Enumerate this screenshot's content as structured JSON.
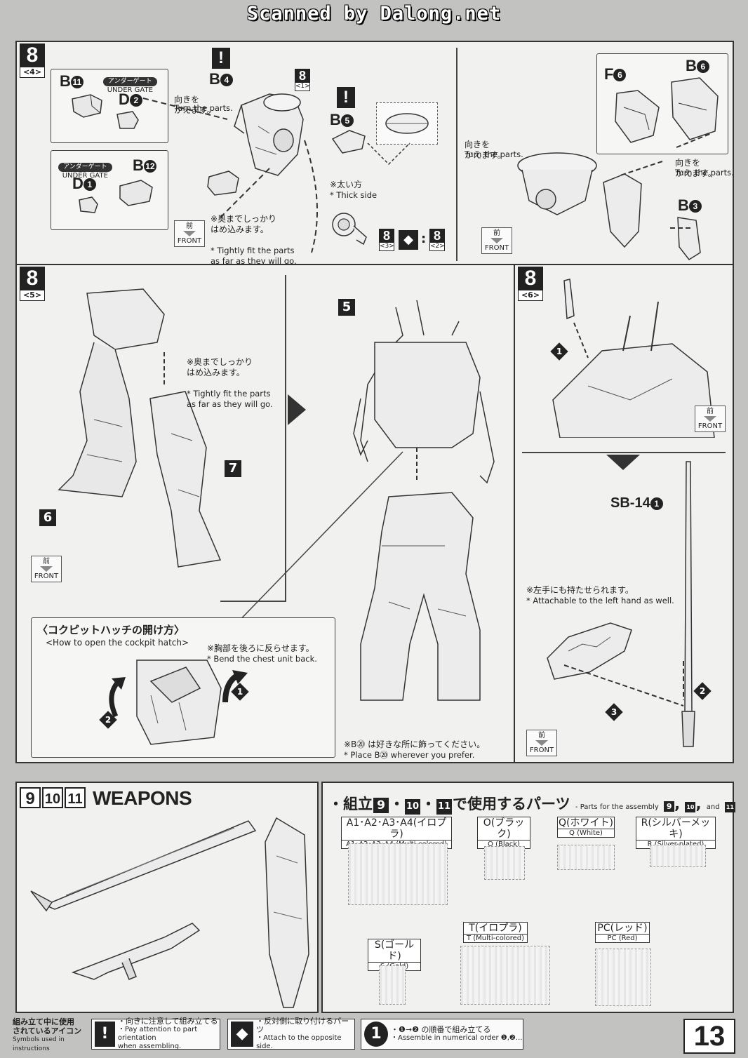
{
  "watermark": "Scanned by Dalong.net",
  "page_number": "13",
  "panel_8_4": {
    "step": "8",
    "substep": "<4>",
    "b11": "B",
    "b11_num": "11",
    "d2": "D",
    "d2_num": "2",
    "d1": "D",
    "d1_num": "1",
    "b12": "B",
    "b12_num": "12",
    "b4": "B",
    "b4_num": "4",
    "b5": "B",
    "b5_num": "5",
    "under_gate_jp": "アンダーゲート",
    "under_gate_en": "UNDER GATE",
    "turn_jp": "向きを\nかえます。",
    "turn_en": "Turn the parts.",
    "thick_jp": "※太い方",
    "thick_en": "* Thick side",
    "tight_jp": "※奥までしっかり\nはめ込みます。",
    "tight_en": "* Tightly fit the parts\nas far as they will go.",
    "ref_step": "8",
    "ref_sub": "<1>",
    "mirror_left": "8",
    "mirror_left_sub": "<3>",
    "mirror_right": "8",
    "mirror_right_sub": "<2>",
    "front_jp": "前",
    "front_en": "FRONT"
  },
  "panel_8_4b": {
    "f6": "F",
    "f6_num": "6",
    "b6": "B",
    "b6_num": "6",
    "b3": "B",
    "b3_num": "3",
    "turn_jp": "向きを\nかえます。",
    "turn_en": "Turn the parts.",
    "turn2_jp": "向きを\nかえます。",
    "turn2_en": "Turn the parts.",
    "front_jp": "前",
    "front_en": "FRONT"
  },
  "panel_8_5": {
    "step": "8",
    "substep": "<5>",
    "part6": "6",
    "part7": "7",
    "part5": "5",
    "tight_jp": "※奥までしっかり\nはめ込みます。",
    "tight_en": "* Tightly fit the parts\nas far as they will go.",
    "front_jp": "前",
    "front_en": "FRONT",
    "cockpit_title_jp": "〈コクピットハッチの開け方〉",
    "cockpit_title_en": "<How to open the cockpit hatch>",
    "chest_jp": "※胸部を後ろに反らせます。",
    "chest_en": "* Bend the chest unit back.",
    "b20_jp": "※B⑳ は好きな所に飾ってください。",
    "b20_en": "* Place B⑳ wherever you prefer."
  },
  "panel_8_6": {
    "step": "8",
    "substep": "<6>",
    "sb": "SB-14",
    "sb_num": "1",
    "left_hand_jp": "※左手にも持たせられます。",
    "left_hand_en": "* Attachable to the left hand as well.",
    "front_jp": "前",
    "front_en": "FRONT"
  },
  "weapons": {
    "steps": [
      "9",
      "10",
      "11"
    ],
    "title": "WEAPONS"
  },
  "parts": {
    "title_prefix": "・組立",
    "title_suffix": "で使用するパーツ",
    "title_en": "- Parts for the assembly",
    "title_en_and": "and",
    "steps": [
      "9",
      "10",
      "11"
    ],
    "runners": [
      {
        "jp": "A1･A2･A3･A4(イロプラ)",
        "en": "A1･A2･A3･A4 (Multi-colored)"
      },
      {
        "jp": "O(ブラック)",
        "en": "O (Black)"
      },
      {
        "jp": "Q(ホワイト)",
        "en": "Q (White)"
      },
      {
        "jp": "R(シルバーメッキ)",
        "en": "R (Silver-plated)"
      },
      {
        "jp": "S(ゴールド)",
        "en": "S (Gold)"
      },
      {
        "jp": "T(イロプラ)",
        "en": "T (Multi-colored)"
      },
      {
        "jp": "PC(レッド)",
        "en": "PC (Red)"
      }
    ]
  },
  "legend": {
    "head_jp": "組み立て中に使用\nされているアイコン",
    "head_en": "Symbols used in instructions",
    "items": [
      {
        "icon": "!",
        "jp": "・向きに注意して組み立てる",
        "en": "・Pay attention to part orientation\n  when assembling."
      },
      {
        "icon": "◆",
        "jp": "・反対側に取り付けるパーツ",
        "en": "・Attach to the opposite side."
      },
      {
        "icon": "1",
        "jp": "・❶→❷ の順番で組み立てる",
        "en": "・Assemble in numerical order ❶,❷..."
      }
    ]
  }
}
